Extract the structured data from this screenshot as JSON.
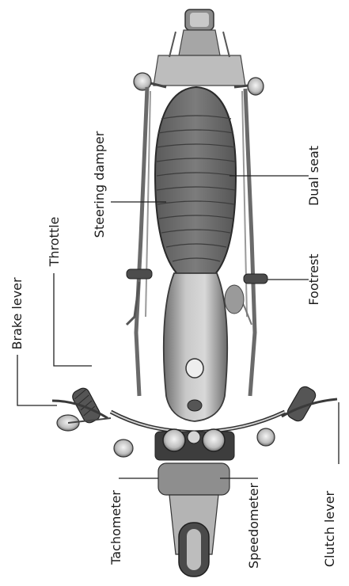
{
  "figure": {
    "labels": {
      "steering_damper": "Steering damper",
      "dual_seat": "Dual seat",
      "throttle": "Throttle",
      "brake_lever": "Brake lever",
      "footrest": "Footrest",
      "tachometer": "Tachometer",
      "speedometer": "Speedometer",
      "clutch_lever": "Clutch lever"
    }
  }
}
